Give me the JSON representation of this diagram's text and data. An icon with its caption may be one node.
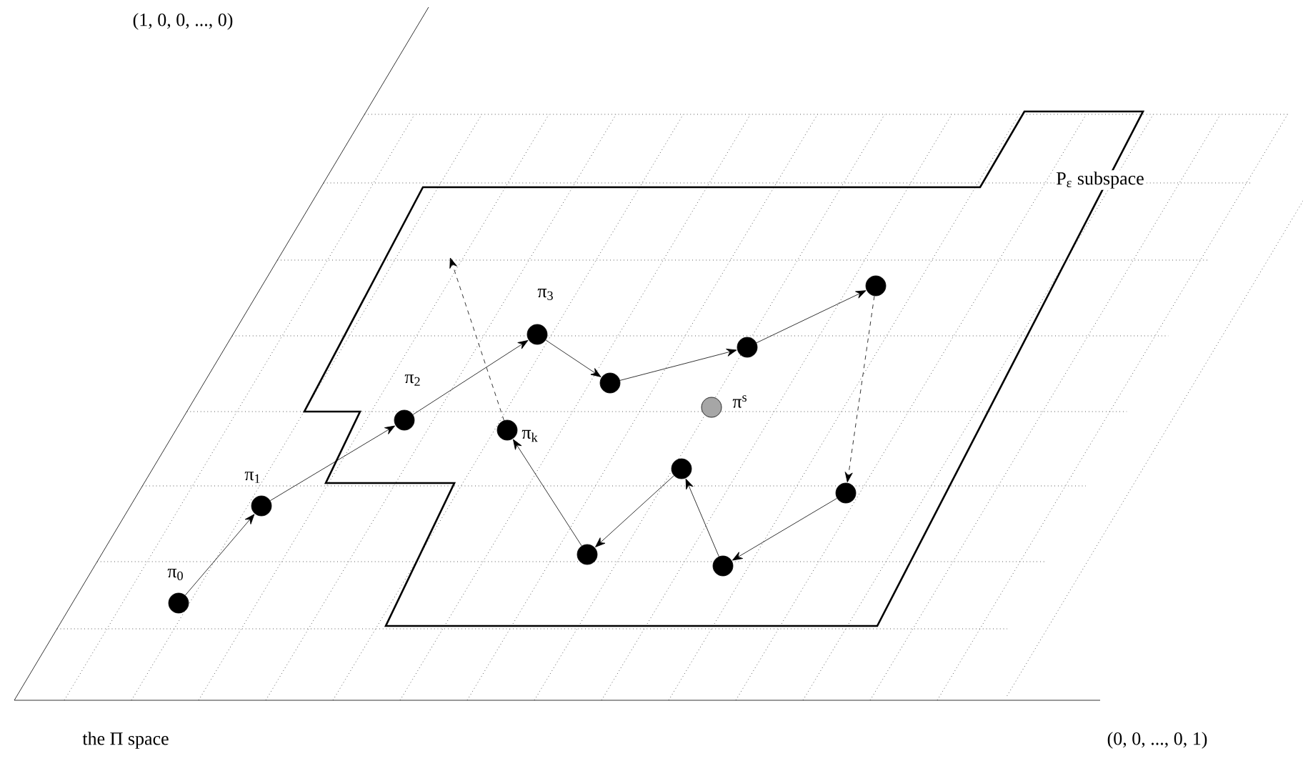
{
  "diagram": {
    "nodes": [
      {
        "text": [],
        "shape": "circle",
        "beside": [
          "π$_{0}$"
        ]
      },
      {
        "text": [],
        "shape": "circle",
        "beside": [
          "π$_{1}$"
        ]
      },
      {
        "text": [],
        "shape": "circle",
        "beside": [
          "π$_{2}$"
        ]
      },
      {
        "text": [],
        "shape": "circle",
        "beside": [
          "π$_{3}$"
        ]
      },
      {
        "text": [],
        "shape": "circle"
      },
      {
        "text": [],
        "shape": "circle"
      },
      {
        "text": [],
        "shape": "circle"
      },
      {
        "text": [],
        "shape": "circle"
      },
      {
        "text": [],
        "shape": "circle"
      },
      {
        "text": [],
        "shape": "circle"
      },
      {
        "text": [],
        "shape": "circle"
      },
      {
        "text": [],
        "shape": "circle",
        "beside": [
          "π$_{k}$"
        ]
      },
      {
        "text": [],
        "shape": "circle",
        "beside": [
          "π$^{s}$"
        ]
      }
    ],
    "edges": [
      {
        "from": 0,
        "to": 1,
        "arrow": "to"
      },
      {
        "from": 1,
        "to": 2,
        "arrow": "to"
      },
      {
        "from": 2,
        "to": 3,
        "arrow": "to"
      },
      {
        "from": 3,
        "to": 4,
        "arrow": "to"
      },
      {
        "from": 4,
        "to": 5,
        "arrow": "to"
      },
      {
        "from": 5,
        "to": 6,
        "arrow": "to"
      },
      {
        "from": 6,
        "to": 7,
        "arrow": "to",
        "style": "dashed"
      },
      {
        "from": 7,
        "to": 8,
        "arrow": "to"
      },
      {
        "from": 8,
        "to": 9,
        "arrow": "to"
      },
      {
        "from": 9,
        "to": 10,
        "arrow": "to"
      },
      {
        "from": 10,
        "to": 11,
        "arrow": "to"
      },
      {
        "from": 11,
        "to": null,
        "arrow": "to",
        "style": "dashed"
      }
    ],
    "labels": [
      "(1, 0, 0, ..., 0)",
      "P$_{ε}$ subspace",
      "the Π space",
      "(0, 0, ..., 0, 1)"
    ]
  }
}
